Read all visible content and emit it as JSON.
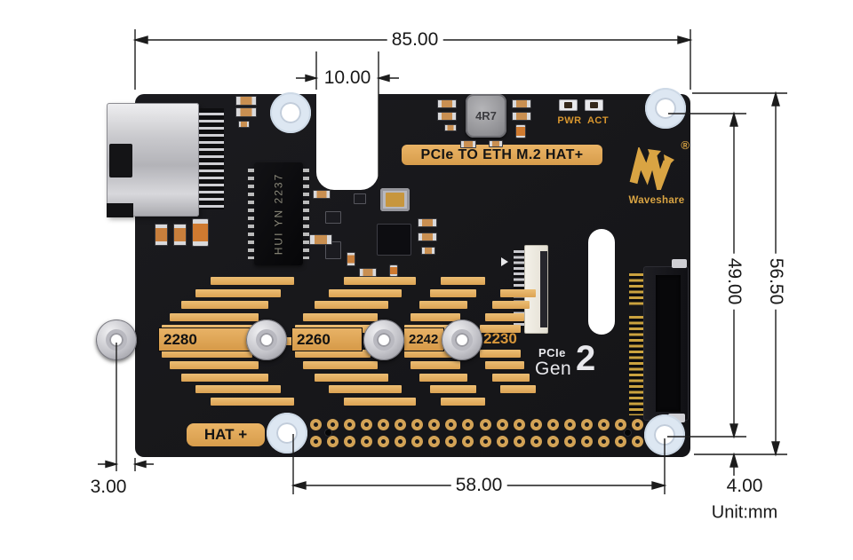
{
  "meta": {
    "unit_label": "Unit:mm"
  },
  "dimensions": {
    "width": "85.00",
    "notch": "10.00",
    "height": "56.50",
    "hole_vertical": "49.00",
    "hole_horizontal": "58.00",
    "edge_left": "3.00",
    "edge_bottom": "4.00"
  },
  "board": {
    "title": "PCIe TO ETH M.2 HAT+",
    "hat_label": "HAT +",
    "brand": "Waveshare",
    "reg_mark": "®",
    "pwr": "PWR",
    "act": "ACT",
    "inductor": "4R7",
    "eth_ic": "HUI YN 2237",
    "pcie_logo": {
      "small": "PCIe",
      "gen": "Gen",
      "num": "2"
    },
    "standoffs": [
      "2280",
      "2260",
      "2242",
      "2230"
    ]
  },
  "colors": {
    "gold": "#d9a443",
    "plate_gold": "#dfa850",
    "pcb_black": "#17171a",
    "hole_ring": "#dde7f2",
    "dim_line": "#1c1c1c"
  }
}
